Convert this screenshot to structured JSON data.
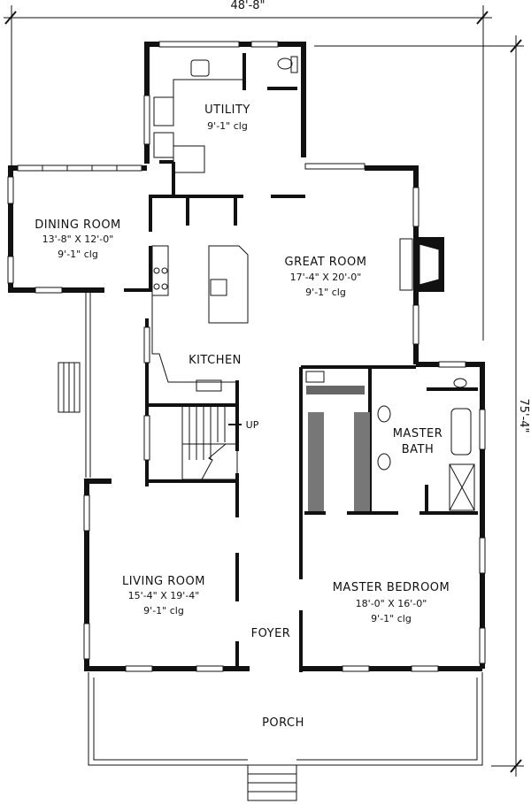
{
  "dimensions": {
    "width": "48'-8\"",
    "depth": "75'-4\""
  },
  "rooms": {
    "utility": {
      "name": "UTILITY",
      "ceiling": "9'-1\" clg"
    },
    "dining": {
      "name": "DINING ROOM",
      "size": "13'-8\" X 12'-0\"",
      "ceiling": "9'-1\" clg"
    },
    "great": {
      "name": "GREAT ROOM",
      "size": "17'-4\" X 20'-0\"",
      "ceiling": "9'-1\" clg"
    },
    "kitchen": {
      "name": "KITCHEN"
    },
    "stairs": {
      "direction": "UP"
    },
    "master_bath": {
      "name_line1": "MASTER",
      "name_line2": "BATH"
    },
    "living": {
      "name": "LIVING ROOM",
      "size": "15'-4\" X 19'-4\"",
      "ceiling": "9'-1\" clg"
    },
    "foyer": {
      "name": "FOYER"
    },
    "master_bedroom": {
      "name": "MASTER BEDROOM",
      "size": "18'-0\" X 16'-0\"",
      "ceiling": "9'-1\" clg"
    },
    "porch": {
      "name": "PORCH"
    }
  }
}
